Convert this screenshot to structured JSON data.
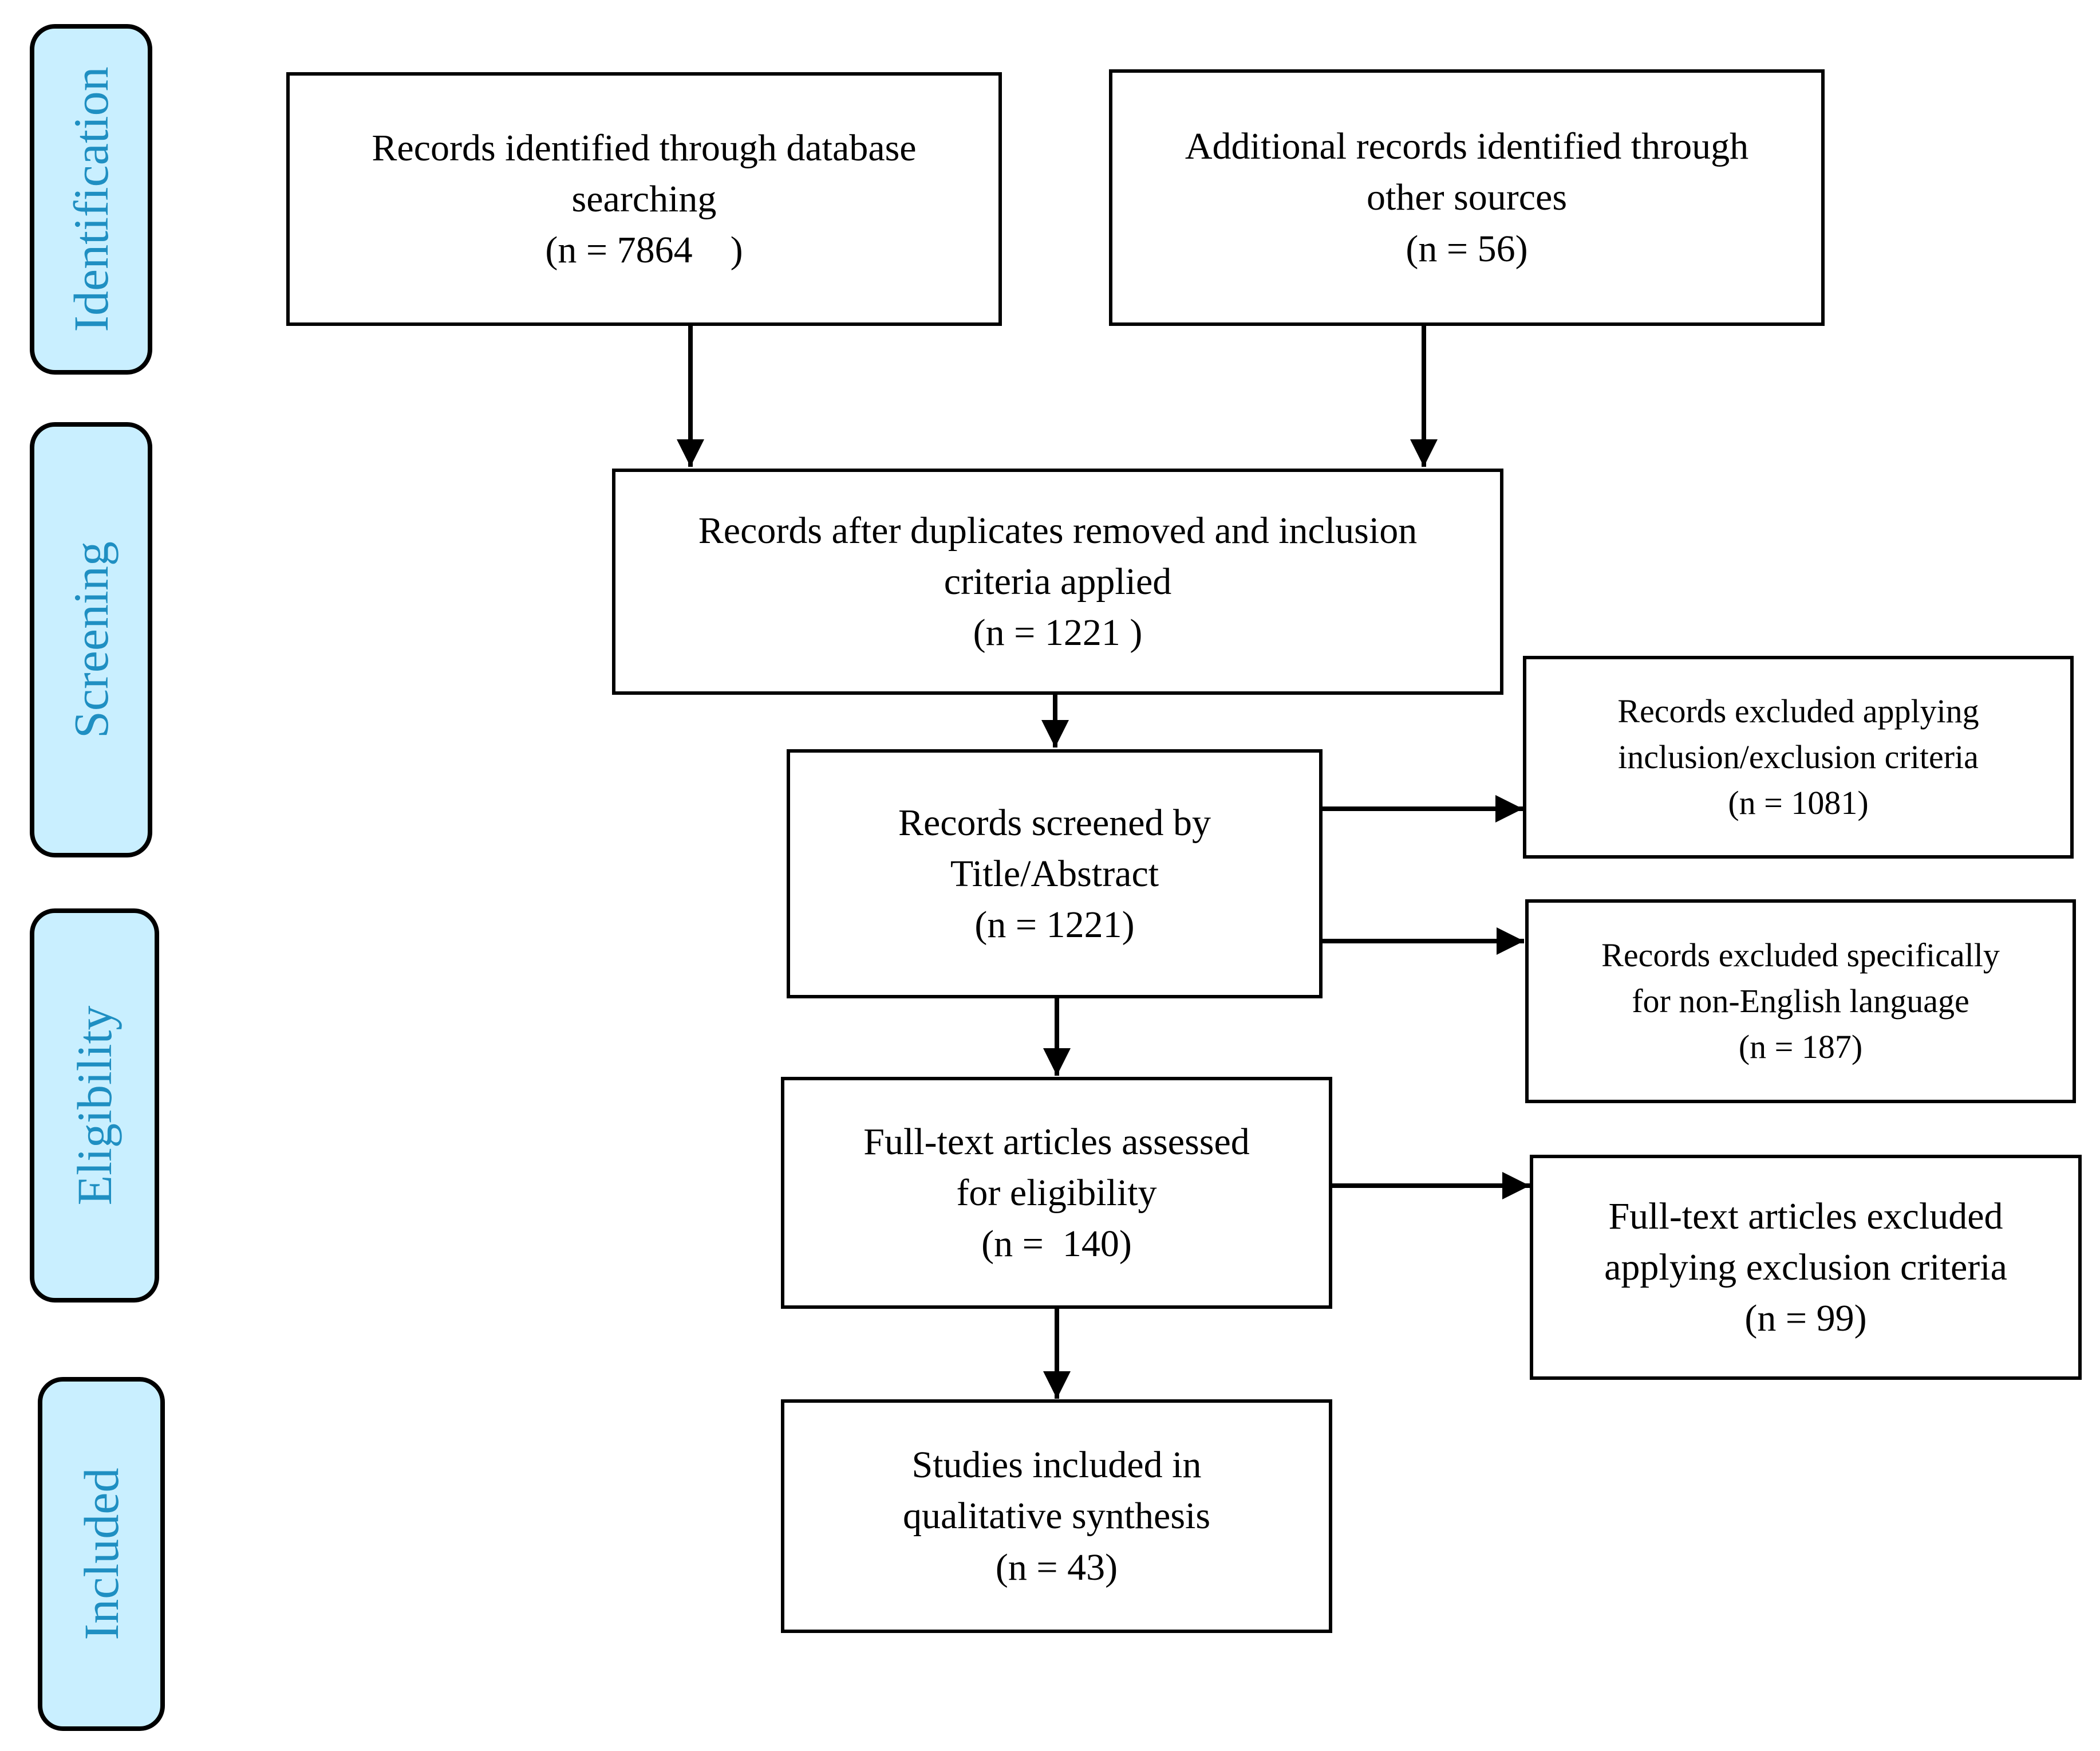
{
  "phases": {
    "identification": "Identification",
    "screening": "Screening",
    "eligibility": "Eligibility",
    "included": "Included"
  },
  "boxes": {
    "database": {
      "line1": "Records identified through database",
      "line2": "searching",
      "line3": "(n = 7864    )"
    },
    "other_sources": {
      "line1": "Additional records identified through",
      "line2": "other sources",
      "line3": "(n = 56)"
    },
    "after_duplicates": {
      "line1": "Records after duplicates removed and inclusion",
      "line2": "criteria applied",
      "line3": "(n = 1221 )"
    },
    "screened": {
      "line1": "Records screened by",
      "line2": "Title/Abstract",
      "line3": "(n = 1221)"
    },
    "excluded_criteria": {
      "line1": "Records excluded applying",
      "line2": "inclusion/exclusion criteria",
      "line3": "(n = 1081)"
    },
    "excluded_language": {
      "line1": "Records excluded specifically",
      "line2": "for non-English language",
      "line3": "(n = 187)"
    },
    "fulltext_assessed": {
      "line1": "Full-text articles assessed",
      "line2": "for eligibility",
      "line3": "(n =  140)"
    },
    "fulltext_excluded": {
      "line1": "Full-text articles excluded",
      "line2": "applying exclusion criteria",
      "line3": "(n = 99)"
    },
    "included_studies": {
      "line1": "Studies included in",
      "line2": "qualitative synthesis",
      "line3": "(n = 43)"
    }
  },
  "colors": {
    "phase_fill": "#c9efff",
    "phase_text": "#1f8fc2",
    "stroke": "#000000"
  }
}
